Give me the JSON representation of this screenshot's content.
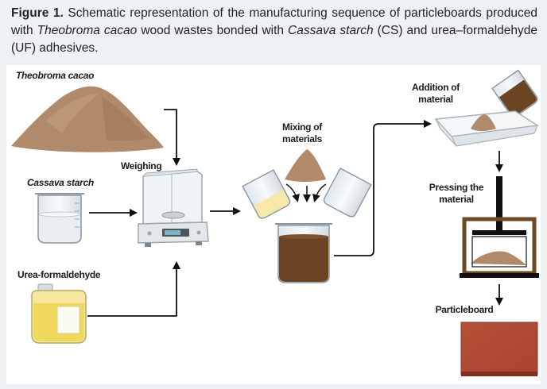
{
  "caption": {
    "prefix": "Figure 1.",
    "t1": " Schematic representation of the manufacturing sequence of particleboards produced with ",
    "species": "Theobroma cacao",
    "t2": " wood wastes bonded with ",
    "cassava": "Cassava starch",
    "t3": " (CS) and urea–formaldehyde (UF) adhesives."
  },
  "labels": {
    "cacao": "Theobroma cacao",
    "cassava": "Cassava starch",
    "uf": "Urea-formaldehyde",
    "weighing": "Weighing",
    "mixing_1": "Mixing of",
    "mixing_2": "materials",
    "addition_1": "Addition of",
    "addition_2": "material",
    "pressing_1": "Pressing the",
    "pressing_2": "material",
    "particleboard": "Particleboard"
  },
  "colors": {
    "sawdust": "#b08a6a",
    "mixture": "#6b4424",
    "uf_liquid": "#f2e07a",
    "board": "#b04a34",
    "arrow": "#111111"
  }
}
